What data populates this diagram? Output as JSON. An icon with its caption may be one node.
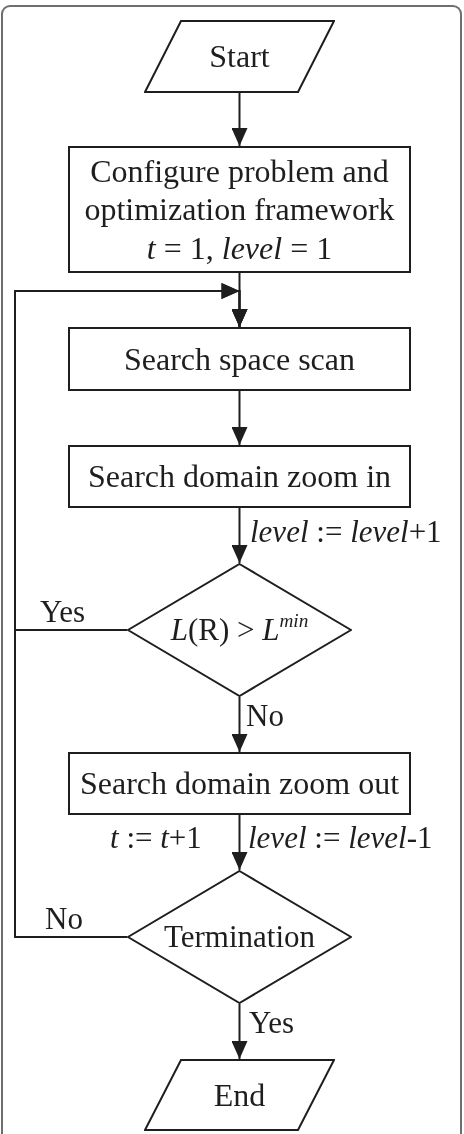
{
  "diagram": {
    "nodes": [
      {
        "text": [
          "Start"
        ]
      },
      {
        "text": [
          "Configure problem and optimization framework",
          "*t* = 1, *level* = 1"
        ]
      },
      {
        "text": [
          "Search space scan"
        ]
      },
      {
        "text": [
          "Search domain zoom in"
        ]
      },
      {
        "text": [
          "*L*(R) > *L*$^{min}$"
        ]
      },
      {
        "text": [
          "Search domain zoom out"
        ]
      },
      {
        "text": [
          "Termination"
        ]
      },
      {
        "text": [
          "End"
        ]
      }
    ],
    "edges": [
      {
        "from": 0,
        "to": 1,
        "arrow": "to"
      },
      {
        "from": 1,
        "to": 2,
        "arrow": "to"
      },
      {
        "from": 2,
        "to": 3,
        "arrow": "to"
      },
      {
        "from": 3,
        "to": 4,
        "arrow": "to",
        "label": "*level* := *level*+1"
      },
      {
        "from": 4,
        "to": 2,
        "arrow": "to",
        "label": "Yes"
      },
      {
        "from": 4,
        "to": 5,
        "arrow": "to",
        "label": "No"
      },
      {
        "from": 5,
        "to": 6,
        "arrow": "to",
        "label": "*level* := *level*-1"
      },
      {
        "from": 6,
        "to": 2,
        "arrow": "to",
        "label": "No"
      },
      {
        "from": 6,
        "to": 7,
        "arrow": "to",
        "label": "Yes"
      }
    ],
    "labels": [
      "*t* := *t*+1"
    ]
  }
}
